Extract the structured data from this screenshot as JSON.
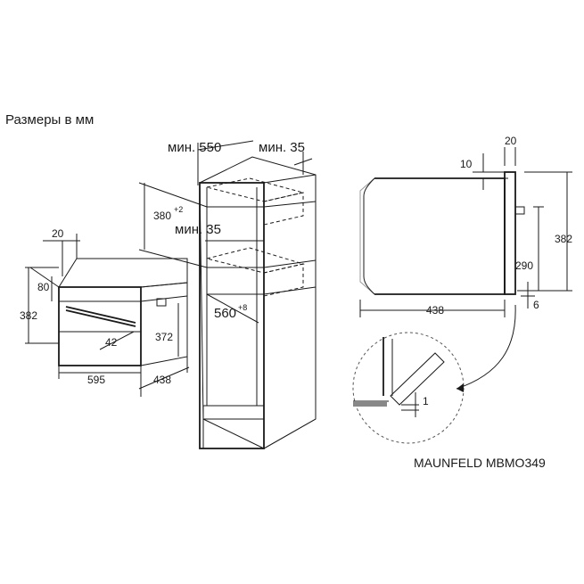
{
  "title": "Размеры в мм",
  "model": "MAUNFELD MBMO349",
  "oven_front": {
    "dims": {
      "top_offset": "20",
      "panel_height": "80",
      "total_height": "382",
      "door_height": "372",
      "handle_offset": "42",
      "width": "595",
      "depth": "438"
    }
  },
  "cabinet": {
    "dims": {
      "min_depth": "мин. 550",
      "min_side": "мин. 35",
      "min_inner": "мин. 35",
      "niche_height": "380",
      "niche_height_tol": "+2",
      "niche_width": "560",
      "niche_width_tol": "+8"
    }
  },
  "side_view": {
    "dims": {
      "front_thickness": "20",
      "top_gap": "10",
      "total_height": "382",
      "lower_height": "290",
      "depth": "438",
      "bottom_gap": "6"
    }
  },
  "detail": {
    "dims": {
      "gap": "1"
    }
  }
}
